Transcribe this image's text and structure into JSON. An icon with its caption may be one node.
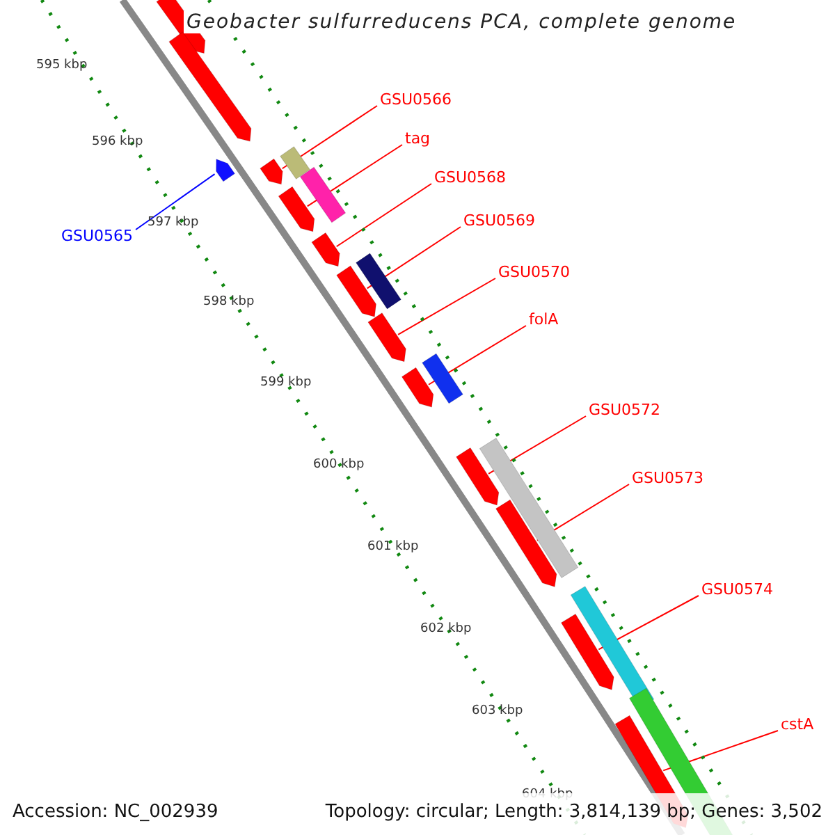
{
  "diagram": {
    "title": "Geobacter sulfurreducens PCA, complete genome",
    "nodes": [
      {
        "text": [
          "GSU0566"
        ]
      },
      {
        "text": [
          "tag"
        ]
      },
      {
        "text": [
          "GSU0568"
        ]
      },
      {
        "text": [
          "GSU0569"
        ]
      },
      {
        "text": [
          "GSU0565"
        ]
      },
      {
        "text": [
          "GSU0570"
        ]
      },
      {
        "text": [
          "folA"
        ]
      },
      {
        "text": [
          "GSU0572"
        ]
      },
      {
        "text": [
          "GSU0573"
        ]
      },
      {
        "text": [
          "GSU0574"
        ]
      },
      {
        "text": [
          "cstA"
        ]
      },
      {
        "text": [],
        "shape": "box"
      },
      {
        "text": [],
        "shape": "box"
      },
      {
        "text": [],
        "shape": "box"
      },
      {
        "text": [],
        "shape": "box"
      },
      {
        "text": [],
        "shape": "box"
      },
      {
        "text": [],
        "shape": "box"
      },
      {
        "text": [],
        "shape": "box"
      },
      {
        "text": [],
        "shape": "box"
      },
      {
        "text": [],
        "shape": "box"
      },
      {
        "text": [],
        "shape": "box"
      },
      {
        "text": [],
        "shape": "box"
      },
      {
        "text": [],
        "shape": "box"
      },
      {
        "text": [],
        "shape": "box"
      }
    ],
    "edges": [
      {
        "from": 0,
        "to": 14,
        "arrow": "none"
      },
      {
        "from": 1,
        "to": 15,
        "arrow": "none"
      },
      {
        "from": 2,
        "to": 16,
        "arrow": "none"
      },
      {
        "from": 3,
        "to": 17,
        "arrow": "none"
      },
      {
        "from": 4,
        "to": 13,
        "arrow": "none",
        "color": "#0000ff"
      },
      {
        "from": 5,
        "to": 18,
        "arrow": "none"
      },
      {
        "from": 6,
        "to": 19,
        "arrow": "none"
      },
      {
        "from": 7,
        "to": 20,
        "arrow": "none"
      },
      {
        "from": 8,
        "to": 21,
        "arrow": "none"
      },
      {
        "from": 9,
        "to": 22,
        "arrow": "none"
      },
      {
        "from": 10,
        "to": 23,
        "arrow": "none"
      }
    ],
    "labels": [
      "595 kbp",
      "596 kbp",
      "597 kbp",
      "598 kbp",
      "599 kbp",
      "600 kbp",
      "601 kbp",
      "602 kbp",
      "603 kbp",
      "604 kbp",
      "Accession: NC_002939",
      "Topology: circular; Length: 3,814,139 bp; Genes: 3,502"
    ]
  }
}
